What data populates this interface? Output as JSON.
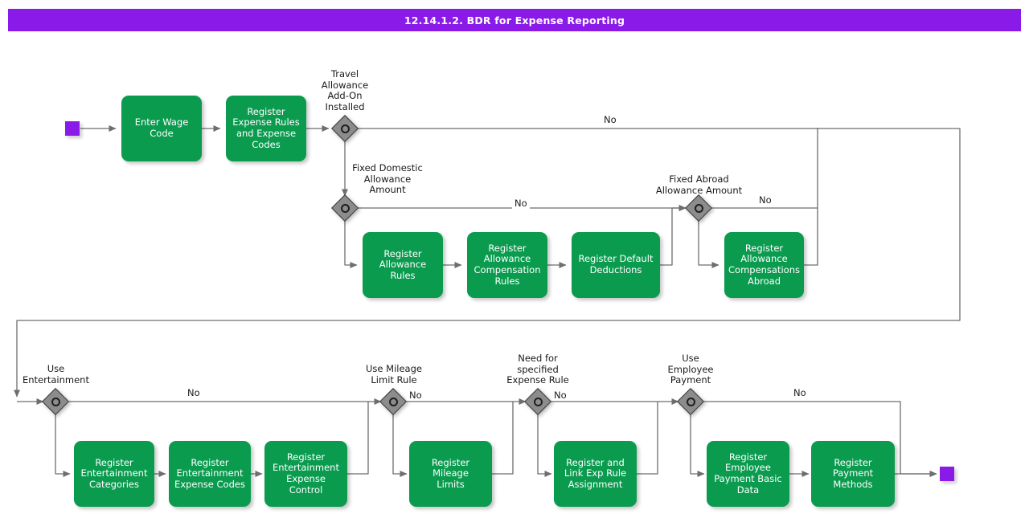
{
  "header": {
    "title": "12.14.1.2. BDR for Expense Reporting",
    "bar_color": "#8a1ae8"
  },
  "theme": {
    "task_fill": "#0b9b4f",
    "task_text": "#ffffff",
    "gateway_fill": "#8c8c8c",
    "gateway_stroke": "#3b3b3b",
    "event_fill": "#8a1ae8",
    "edge_stroke": "#6e6e6e",
    "background": "#ffffff"
  },
  "events": [
    {
      "name": "start-event",
      "label": ""
    },
    {
      "name": "end-event",
      "label": ""
    }
  ],
  "tasks": [
    {
      "id": "enter-wage-code",
      "label": "Enter Wage\nCode"
    },
    {
      "id": "register-expense-rules-codes",
      "label": "Register\nExpense Rules\nand Expense\nCodes"
    },
    {
      "id": "register-allowance-rules",
      "label": "Register\nAllowance Rules"
    },
    {
      "id": "register-allowance-compensation-rules",
      "label": "Register\nAllowance\nCompensation\nRules"
    },
    {
      "id": "register-default-deductions",
      "label": "Register Default\nDeductions"
    },
    {
      "id": "register-allowance-compensations-abroad",
      "label": "Register\nAllowance\nCompensations\nAbroad"
    },
    {
      "id": "register-entertainment-categories",
      "label": "Register\nEntertainment\nCategories"
    },
    {
      "id": "register-entertainment-expense-codes",
      "label": "Register\nEntertainment\nExpense Codes"
    },
    {
      "id": "register-entertainment-expense-control",
      "label": "Register\nEntertainment\nExpense Control"
    },
    {
      "id": "register-mileage-limits",
      "label": "Register Mileage\nLimits"
    },
    {
      "id": "register-and-link-exp-rule-assignment",
      "label": "Register and\nLink Exp Rule\nAssignment"
    },
    {
      "id": "register-employee-payment-basic-data",
      "label": "Register\nEmployee\nPayment Basic\nData"
    },
    {
      "id": "register-payment-methods",
      "label": "Register\nPayment\nMethods"
    }
  ],
  "gateways": [
    {
      "id": "travel-allowance-add-on-installed",
      "caption": "Travel\nAllowance\nAdd-On\nInstalled"
    },
    {
      "id": "fixed-domestic-allowance-amount",
      "caption": "Fixed Domestic\nAllowance\nAmount"
    },
    {
      "id": "fixed-abroad-allowance-amount",
      "caption": "Fixed Abroad\nAllowance Amount"
    },
    {
      "id": "use-entertainment",
      "caption": "Use\nEntertainment"
    },
    {
      "id": "use-mileage-limit-rule",
      "caption": "Use Mileage\nLimit Rule"
    },
    {
      "id": "need-for-specified-expense-rule",
      "caption": "Need for\nspecified\nExpense Rule"
    },
    {
      "id": "use-employee-payment",
      "caption": "Use\nEmployee\nPayment"
    }
  ],
  "edge_labels": [
    {
      "id": "no-travel-allowance",
      "text": "No"
    },
    {
      "id": "no-fixed-domestic",
      "text": "No"
    },
    {
      "id": "no-fixed-abroad",
      "text": "No"
    },
    {
      "id": "no-use-entertainment",
      "text": "No"
    },
    {
      "id": "no-use-mileage",
      "text": "No"
    },
    {
      "id": "no-need-expense-rule",
      "text": "No"
    },
    {
      "id": "no-use-employee-payment",
      "text": "No"
    }
  ]
}
